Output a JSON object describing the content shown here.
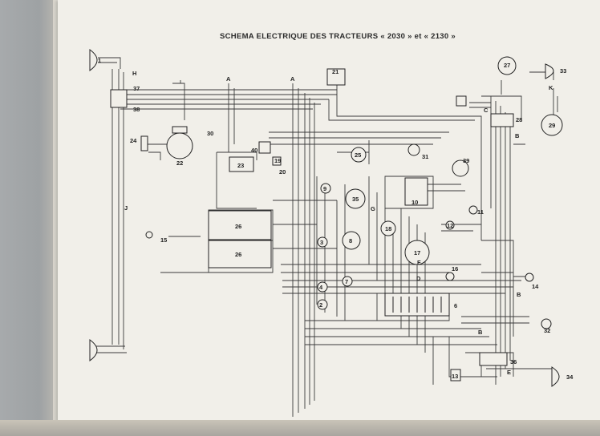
{
  "title": "SCHEMA ELECTRIQUE DES TRACTEURS « 2030 » et « 2130 »",
  "letters": {
    "H": "H",
    "A1": "A",
    "A2": "A",
    "J": "J",
    "K": "K",
    "C": "C",
    "B1": "B",
    "B2": "B",
    "B3": "B",
    "D": "D",
    "E": "E",
    "G": "G",
    "F": "F"
  },
  "components": {
    "c1": "1",
    "c2": "2",
    "c3": "3",
    "c4": "4",
    "c6": "6",
    "c7": "7",
    "c8": "8",
    "c9": "9",
    "c10": "10",
    "c11": "11",
    "c12": "12",
    "c13": "13",
    "c14": "14",
    "c15": "15",
    "c16": "16",
    "c17": "17",
    "c18": "18",
    "c19": "19",
    "c20": "20",
    "c21": "21",
    "c22": "22",
    "c23": "23",
    "c24": "24",
    "c25": "25",
    "c26a": "26",
    "c26b": "26",
    "c27": "27",
    "c28": "28",
    "c29": "29",
    "c30": "30",
    "c31": "31",
    "c32": "32",
    "c33": "33",
    "c34": "34",
    "c35": "35",
    "c36": "36",
    "c37": "37",
    "c38": "38",
    "c39": "39",
    "c40": "40"
  }
}
